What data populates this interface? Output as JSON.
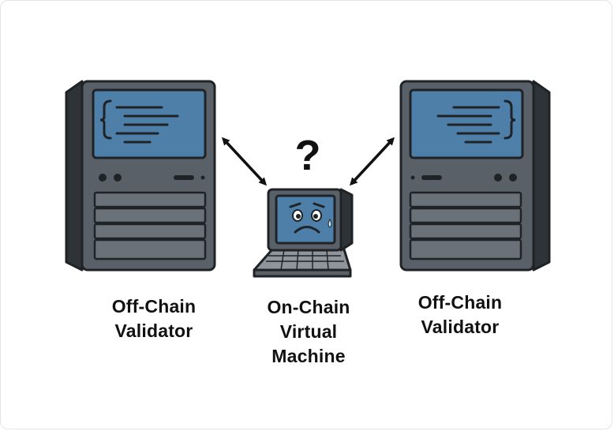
{
  "labels": {
    "left": {
      "line1": "Off-Chain",
      "line2": "Validator"
    },
    "middle": {
      "line1": "On-Chain",
      "line2": "Virtual",
      "line3": "Machine"
    },
    "right": {
      "line1": "Off-Chain",
      "line2": "Validator"
    },
    "question_mark": "?"
  },
  "icons": {
    "left_server": "server-tower-icon",
    "right_server": "server-tower-icon",
    "computer": "sad-computer-icon",
    "arrows": "double-arrow-icon"
  },
  "colors": {
    "server_body": "#5a6068",
    "server_side": "#2e3338",
    "screen": "#4d7fa8",
    "outline": "#1f2326",
    "text": "#111111",
    "background": "#ffffff"
  }
}
